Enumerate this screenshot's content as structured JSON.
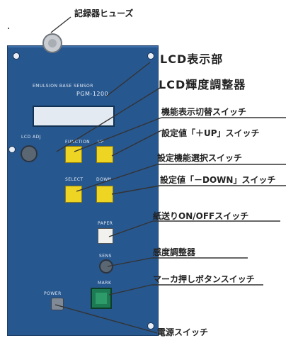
{
  "labels": {
    "fuse": "記録器ヒューズ",
    "lcd_display": "LCD表示部",
    "lcd_brightness": "LCD輝度調整器",
    "function_display_switch": "機能表示切替スイッチ",
    "up_switch": "設定値「＋UP」スイッチ",
    "function_select_switch": "設定機能選択スイッチ",
    "down_switch": "設定値「－DOWN」スイッチ",
    "paper_feed_switch": "紙送りON/OFFスイッチ",
    "sensitivity_adjuster": "感度調整器",
    "marker_push_button": "マーカ押しボタンスイッチ",
    "power_switch": "電源スイッチ"
  },
  "panel": {
    "header_line1": "EMULSION BASE SENSOR",
    "model": "PGM-1200",
    "lcd_adj": "LCD ADJ",
    "function": "FUNCTION",
    "select": "SELECT",
    "up": "UP",
    "down": "DOWN",
    "paper_feed": "PAPER",
    "sens": "SENS",
    "mark": "MARK",
    "power": "POWER"
  },
  "colors": {
    "panel": "#27578f",
    "buttons": "#efd523",
    "marker_button": "#1d7b53"
  }
}
